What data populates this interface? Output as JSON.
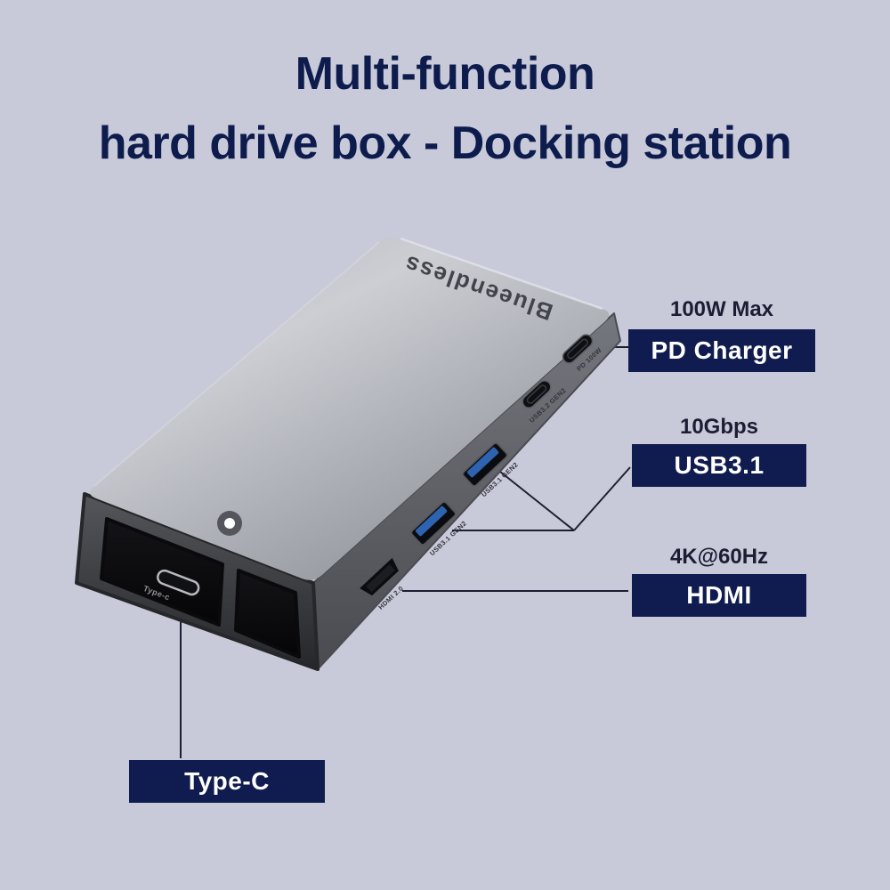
{
  "page": {
    "background": "#c9cad9",
    "navy": "#101c4f"
  },
  "title": {
    "line1": "Multi-function",
    "line2": "hard drive box - Docking station"
  },
  "device": {
    "brand": "Blueendless",
    "front_port": {
      "label": "Type-c"
    },
    "ports": [
      {
        "name": "pd-usb-c",
        "label": "PD 100W"
      },
      {
        "name": "usb-c-data",
        "label": "USB3.2 GEN2"
      },
      {
        "name": "usb-a-1",
        "label": "USB3.1 GEN2"
      },
      {
        "name": "usb-a-2",
        "label": "USB3.1 GEN2"
      },
      {
        "name": "hdmi",
        "label": "HDMI 2.0"
      }
    ]
  },
  "callouts": {
    "pd": {
      "caption": "100W Max",
      "label": "PD Charger"
    },
    "usb31": {
      "caption": "10Gbps",
      "label": "USB3.1"
    },
    "hdmi": {
      "caption": "4K@60Hz",
      "label": "HDMI"
    },
    "typec": {
      "label": "Type-C"
    }
  }
}
